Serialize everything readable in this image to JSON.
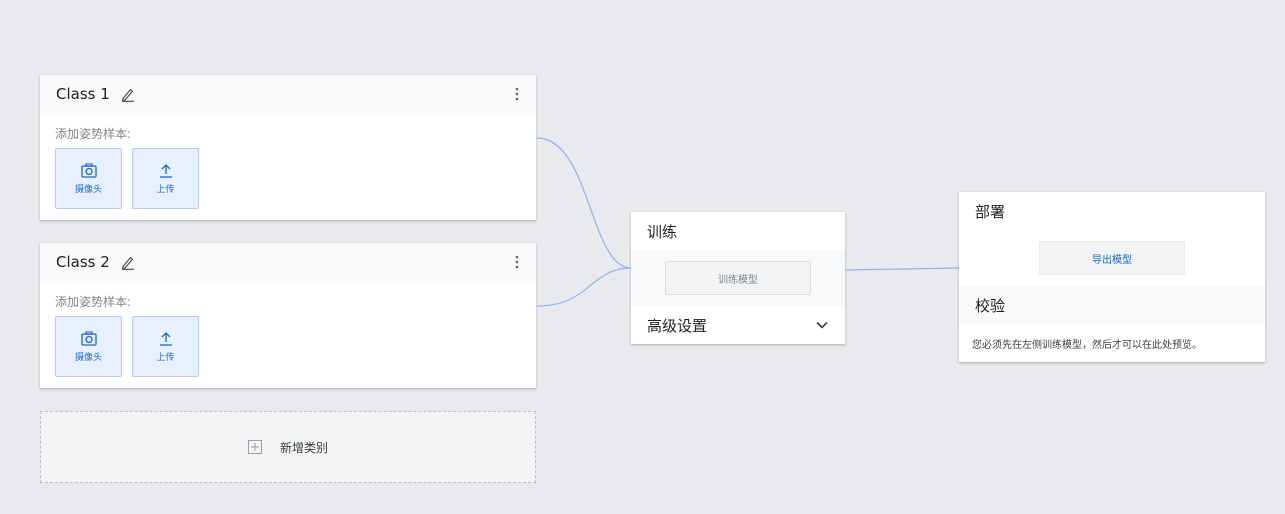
{
  "classes": [
    {
      "title": "Class 1",
      "sample_label": "添加姿势样本:",
      "webcam_label": "摄像头",
      "upload_label": "上传"
    },
    {
      "title": "Class 2",
      "sample_label": "添加姿势样本:",
      "webcam_label": "摄像头",
      "upload_label": "上传"
    }
  ],
  "add_class": {
    "label": "新增类别"
  },
  "training": {
    "title": "训练",
    "train_button": "训练模型",
    "advanced_label": "高级设置"
  },
  "deploy": {
    "title": "部署",
    "export_button": "导出模型",
    "preview_title": "校验",
    "preview_message": "您必须先在左侧训练模型，然后才可以在此处预览。"
  },
  "colors": {
    "background": "#e8eaed",
    "accent": "#1967d2",
    "sample_button_bg": "#e8f0fe",
    "connector": "#8ab4f8"
  },
  "icons": {
    "edit": "pencil-icon",
    "menu": "more-vert-icon",
    "webcam": "camera-icon",
    "upload": "upload-icon",
    "add": "plus-box-icon",
    "expand": "chevron-down-icon"
  }
}
